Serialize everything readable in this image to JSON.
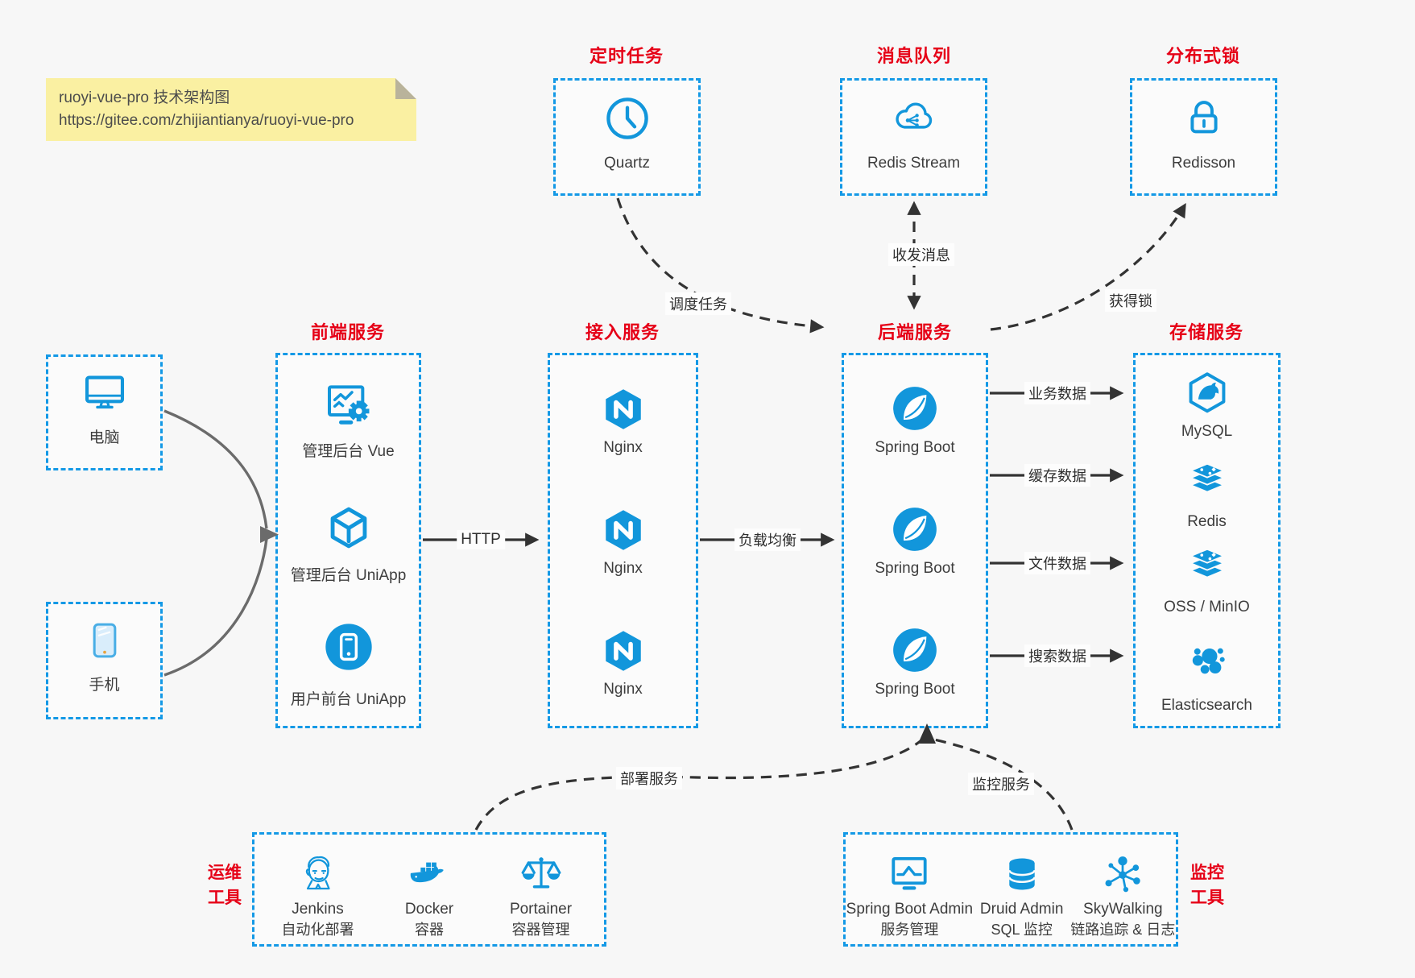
{
  "note": {
    "line1": "ruoyi-vue-pro 技术架构图",
    "line2": "https://gitee.com/zhijiantianya/ruoyi-vue-pro"
  },
  "palette": {
    "accent": "#1296db",
    "border_blue": "#1499e6",
    "title_red": "#e60017",
    "arrow_dark": "#333333",
    "arrow_gray": "#6b6b6b",
    "note_bg": "#faf0a2",
    "canvas_bg": "#f7f7f7"
  },
  "top": {
    "scheduled": {
      "title": "定时任务",
      "label": "Quartz"
    },
    "mq": {
      "title": "消息队列",
      "label": "Redis Stream"
    },
    "lock": {
      "title": "分布式锁",
      "label": "Redisson"
    }
  },
  "clients": {
    "computer": {
      "label": "电脑"
    },
    "phone": {
      "label": "手机"
    }
  },
  "frontend": {
    "title": "前端服务",
    "items": [
      {
        "label": "管理后台 Vue"
      },
      {
        "label": "管理后台 UniApp"
      },
      {
        "label": "用户前台 UniApp"
      }
    ]
  },
  "gateway": {
    "title": "接入服务",
    "items": [
      {
        "label": "Nginx"
      },
      {
        "label": "Nginx"
      },
      {
        "label": "Nginx"
      }
    ]
  },
  "backend": {
    "title": "后端服务",
    "items": [
      {
        "label": "Spring Boot"
      },
      {
        "label": "Spring Boot"
      },
      {
        "label": "Spring Boot"
      }
    ]
  },
  "storage": {
    "title": "存储服务",
    "items": [
      {
        "label": "MySQL"
      },
      {
        "label": "Redis"
      },
      {
        "label": "OSS / MinIO"
      },
      {
        "label": "Elasticsearch"
      }
    ]
  },
  "ops": {
    "title_line1": "运维",
    "title_line2": "工具",
    "items": [
      {
        "label": "Jenkins",
        "sub": "自动化部署"
      },
      {
        "label": "Docker",
        "sub": "容器"
      },
      {
        "label": "Portainer",
        "sub": "容器管理"
      }
    ]
  },
  "monitoring": {
    "title_line1": "监控",
    "title_line2": "工具",
    "items": [
      {
        "label": "Spring Boot Admin",
        "sub": "服务管理"
      },
      {
        "label": "Druid Admin",
        "sub": "SQL 监控"
      },
      {
        "label": "SkyWalking",
        "sub": "链路追踪 & 日志"
      }
    ]
  },
  "edges": {
    "http": "HTTP",
    "load_balance": "负载均衡",
    "business_data": "业务数据",
    "cache_data": "缓存数据",
    "file_data": "文件数据",
    "search_data": "搜索数据",
    "schedule_task": "调度任务",
    "send_receive_message": "收发消息",
    "acquire_lock": "获得锁",
    "deploy_service": "部署服务",
    "monitor_service": "监控服务"
  }
}
